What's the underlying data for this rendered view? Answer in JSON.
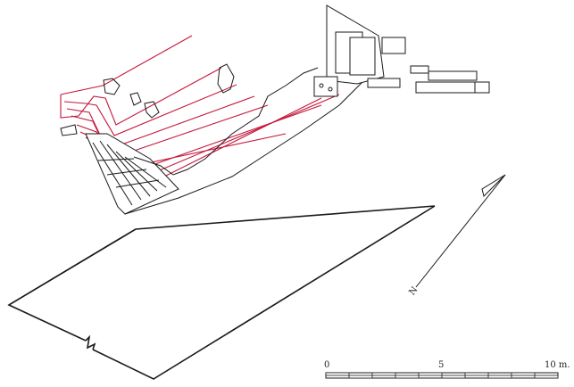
{
  "scale": {
    "ticks": [
      "0",
      "5",
      "10 m."
    ]
  },
  "north": {
    "label": "N"
  },
  "colors": {
    "ink": "#1a1a1a",
    "red": "#c4163a"
  }
}
